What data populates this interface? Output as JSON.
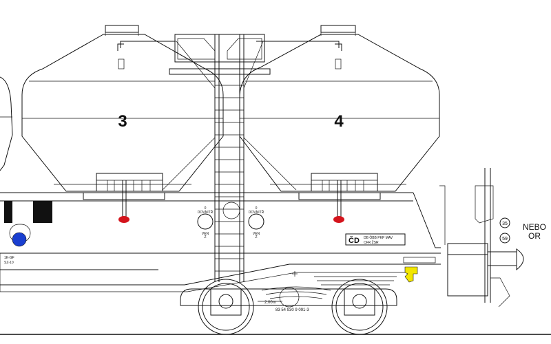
{
  "hopper_numbers": {
    "left": "3",
    "right": "4"
  },
  "valve_labels": {
    "left": {
      "top": "0",
      "line1": "DOVNITŘ",
      "line2": "VEN",
      "bottom": "Z"
    },
    "right": {
      "top": "0",
      "line1": "DOVNITŘ",
      "line2": "VEN",
      "bottom": "Z"
    }
  },
  "owner_plate": {
    "mark": "ČD",
    "row1": [
      "DB",
      "ÖBB",
      "PKP",
      "MAV"
    ],
    "row2": [
      "CFR",
      "ŽSR"
    ]
  },
  "side_codes": {
    "line1": "1K-GF",
    "line2": "SZ-10"
  },
  "speed_signs": {
    "upper": "35",
    "lower": "59"
  },
  "alt_text": {
    "line1": "NEBO",
    "line2": "OR"
  },
  "dimension_label": "2.00m",
  "wagon_number": "83 54 930 9 091-3",
  "colors": {
    "line": "#111111",
    "blue_disc": "#1a3fd0",
    "red_valve": "#d4141c",
    "yellow_hook": "#f2e600"
  }
}
